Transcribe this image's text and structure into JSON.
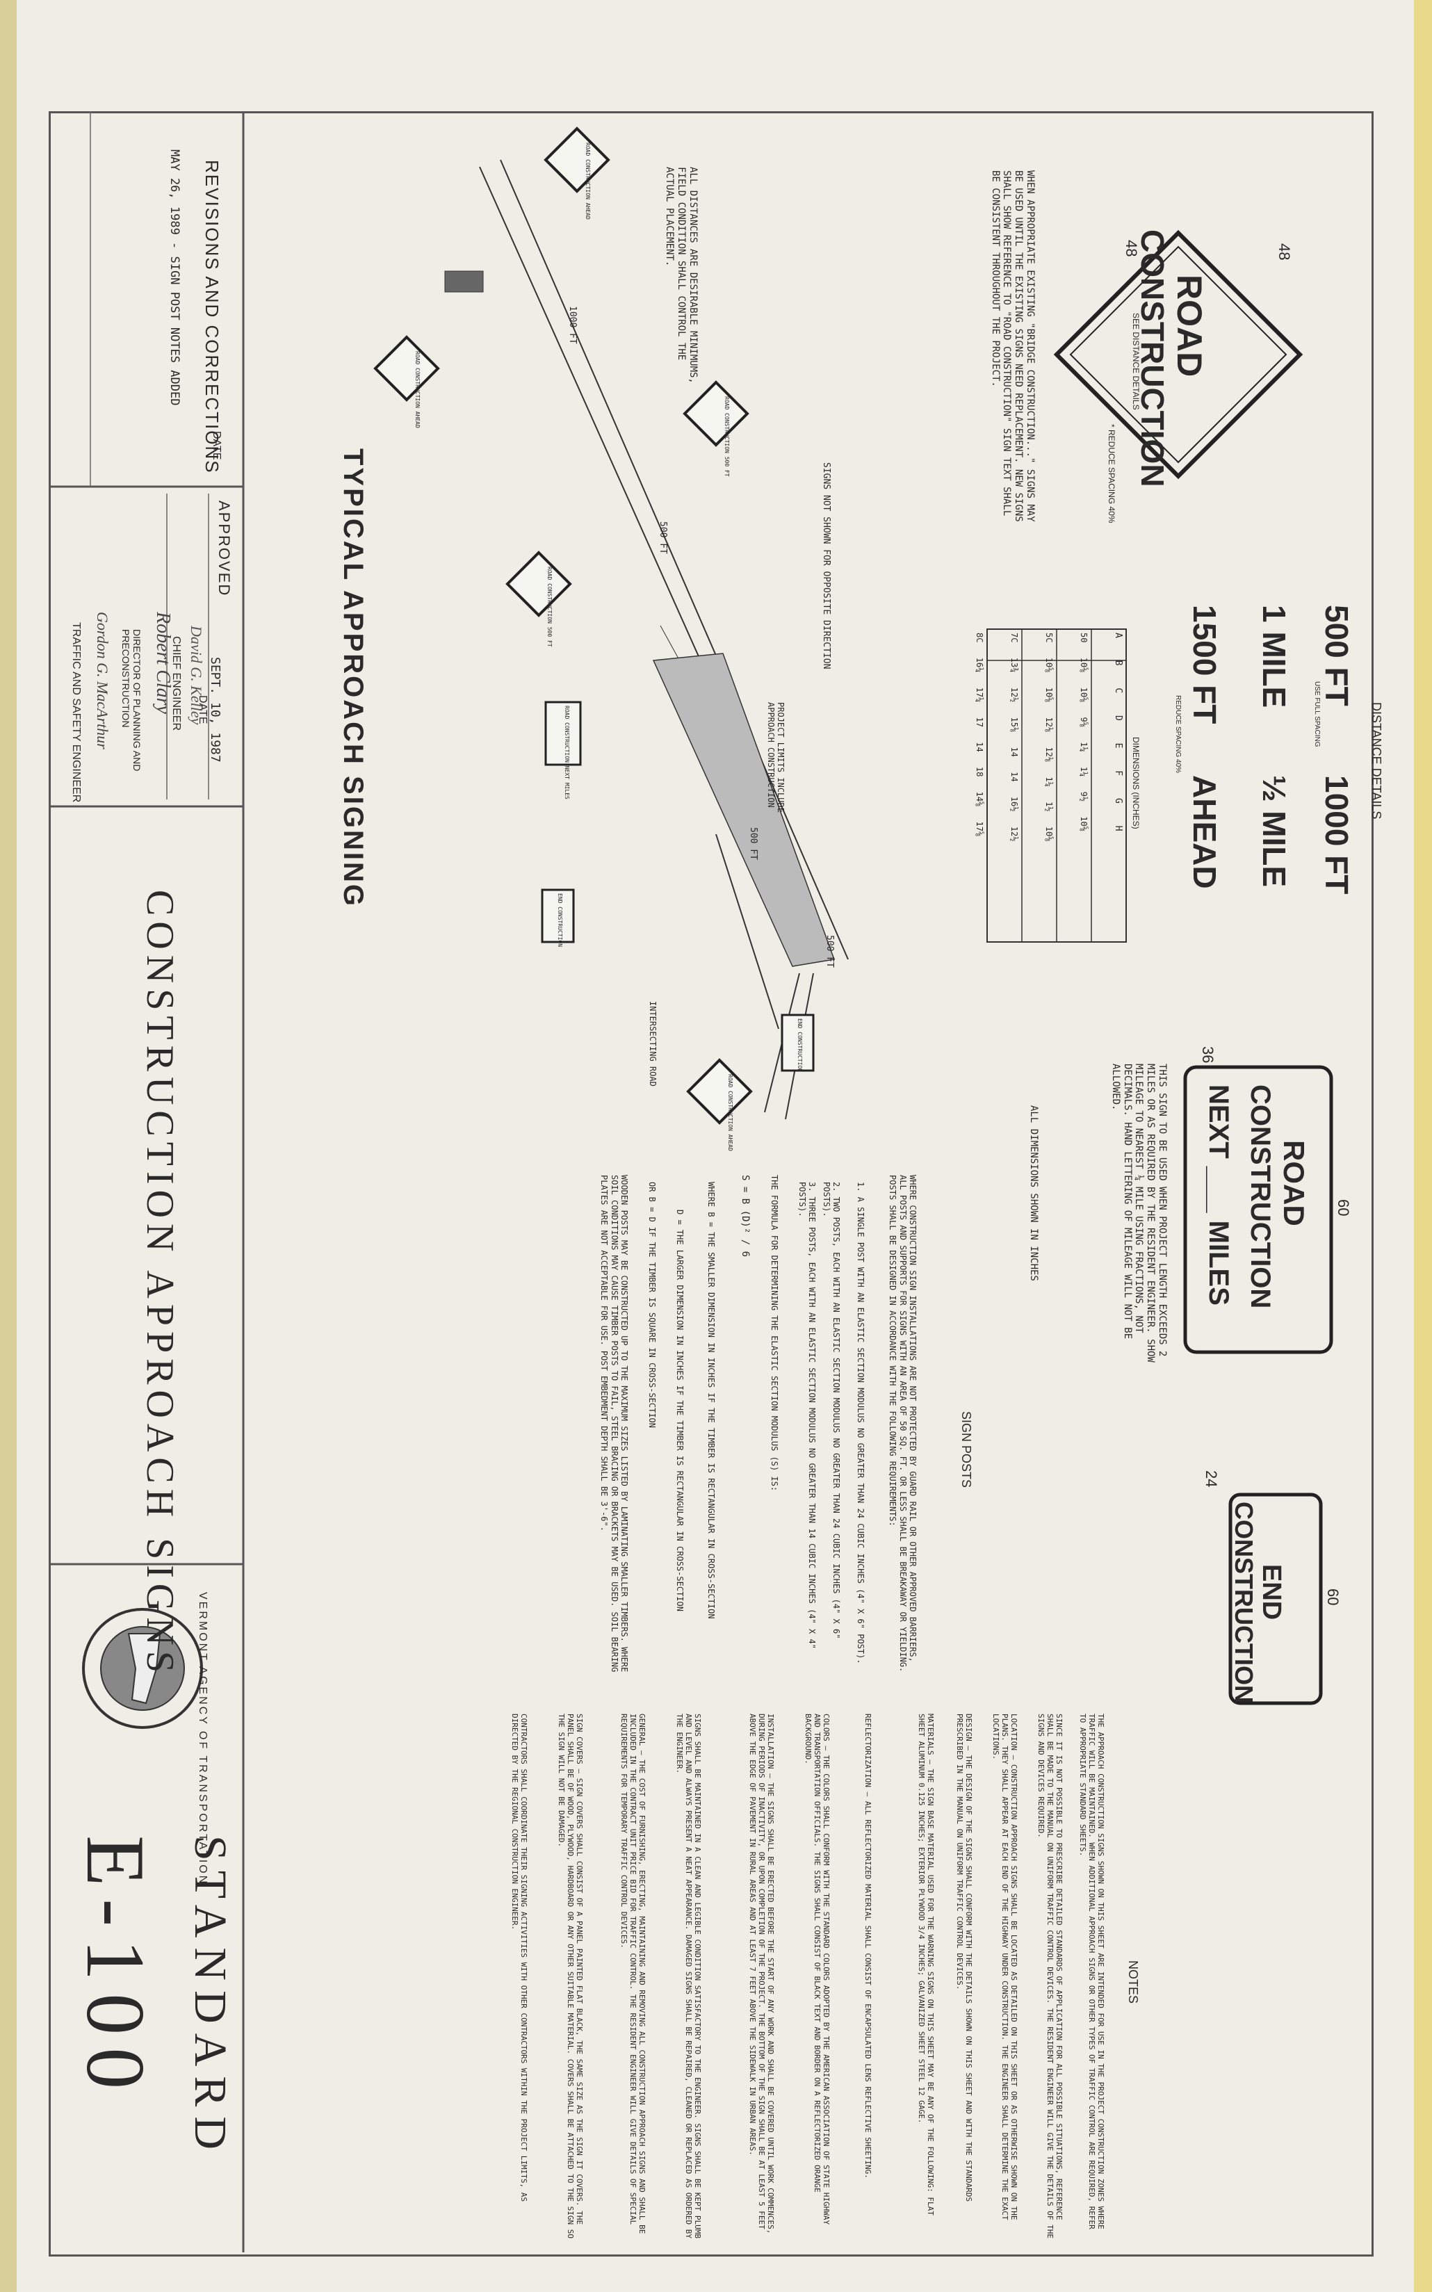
{
  "sheet": {
    "title": "CONSTRUCTION APPROACH SIGNS",
    "standard_label": "STANDARD",
    "standard_number": "E-100",
    "agency_name": "VERMONT AGENCY OF TRANSPORTATION"
  },
  "revisions": {
    "header": "REVISIONS AND CORRECTIONS",
    "date_header": "DATE",
    "entry": "MAY 26, 1989 - SIGN POST NOTES ADDED"
  },
  "approval": {
    "approved_label": "APPROVED",
    "date_value": "SEPT. 10, 1987",
    "date_label": "DATE",
    "roles": [
      "CHIEF ENGINEER",
      "DIRECTOR OF PLANNING AND PRECONSTRUCTION",
      "TRAFFIC AND SAFETY ENGINEER"
    ],
    "signatures": [
      "David G. Kelley",
      "Robert Clary",
      "Gordon G. MacArthur"
    ]
  },
  "road_sign": {
    "line1": "ROAD",
    "line2": "CONSTRUCTION",
    "width": "48",
    "height": "48",
    "see_distance": "SEE DISTANCE DETAILS",
    "reduce": "* REDUCE SPACING 40%",
    "note": "WHEN APPROPRIATE EXISTING \"BRIDGE CONSTRUCTION...\" SIGNS MAY BE USED UNTIL THE EXISTING SIGNS NEED REPLACEMENT. NEW SIGNS SHALL SHOW REFERENCE TO \"ROAD CONSTRUCTION\" SIGN TEXT SHALL BE CONSISTENT THROUGHOUT THE PROJECT."
  },
  "distance": {
    "title": "DISTANCE DETAILS",
    "row1": [
      "500 FT",
      "1000 FT"
    ],
    "row2": [
      "1 MILE",
      "½ MILE"
    ],
    "row3": [
      "1500 FT",
      "AHEAD"
    ],
    "use_full": "USE FULL SPACING",
    "reduce": "REDUCE SPACING 40%",
    "table_title": "DIMENSIONS (INCHES)",
    "table_head": [
      "A",
      "B",
      "C",
      "D",
      "E",
      "F",
      "G",
      "H"
    ],
    "table_rows": [
      [
        "50",
        "10⅝",
        "10⅝",
        "9⅝",
        "1¼",
        "1¼",
        "9½",
        "10⅝"
      ],
      [
        "5C",
        "10⅝",
        "10⅝",
        "12⅛",
        "12⅛",
        "1¼",
        "1½",
        "10⅝"
      ],
      [
        "7C",
        "13¾",
        "12½",
        "15⅛",
        "14",
        "14",
        "16½",
        "12½"
      ],
      [
        "8C",
        "16¼",
        "17¼",
        "17",
        "14",
        "18",
        "14⅝",
        "17⅝"
      ]
    ]
  },
  "approach": {
    "title": "TYPICAL APPROACH SIGNING",
    "opposite": "SIGNS NOT SHOWN FOR OPPOSITE DIRECTION",
    "limits": "PROJECT LIMITS INCLUDE APPROACH CONSTRUCTION",
    "desirable": "ALL DISTANCES ARE DESIRABLE MINIMUMS, FIELD CONDITION SHALL CONTROL THE ACTUAL PLACEMENT.",
    "intersecting": "INTERSECTING ROAD",
    "d1000": "1000 FT",
    "d500a": "500 FT",
    "d500b": "500 FT",
    "d500c": "500 FT",
    "sign_rc": "ROAD CONSTRUCTION AHEAD",
    "sign_500": "ROAD CONSTRUCTION 500 FT",
    "sign_next": "ROAD CONSTRUCTION NEXT MILES",
    "sign_end": "END CONSTRUCTION"
  },
  "next_sign": {
    "line1": "ROAD",
    "line2": "CONSTRUCTION",
    "line3": "NEXT ___ MILES",
    "width": "60",
    "height": "36",
    "note": "THIS SIGN TO BE USED WHEN PROJECT LENGTH EXCEEDS 2 MILES OR AS REQUIRED BY THE RESIDENT ENGINEER. SHOW MILEAGE TO NEAREST ¼ MILE USING FRACTIONS, NOT DECIMALS. HAND LETTERING OF MILEAGE WILL NOT BE ALLOWED.",
    "inches": "ALL DIMENSIONS SHOWN IN INCHES"
  },
  "end_sign": {
    "line1": "END",
    "line2": "CONSTRUCTION",
    "width": "60",
    "height": "24"
  },
  "sign_posts": {
    "title": "SIGN POSTS",
    "intro": "WHERE CONSTRUCTION SIGN INSTALLATIONS ARE NOT PROTECTED BY GUARD RAIL OR OTHER APPROVED BARRIERS, ALL POSTS AND SUPPORTS FOR SIGNS WITH AN AREA OF 50 SQ. FT. OR LESS SHALL BE BREAKAWAY OR YIELDING. POSTS SHALL BE DESIGNED IN ACCORDANCE WITH THE FOLLOWING REQUIREMENTS:",
    "items": [
      "1. A SINGLE POST WITH AN ELASTIC SECTION MODULUS NO GREATER THAN 24 CUBIC INCHES (4\" X 6\" POST).",
      "2. TWO POSTS, EACH WITH AN ELASTIC SECTION MODULUS NO GREATER THAN 24 CUBIC INCHES (4\" X 6\" POSTS).",
      "3. THREE POSTS, EACH WITH AN ELASTIC SECTION MODULUS NO GREATER THAN 14 CUBIC INCHES (4\" X 4\" POSTS)."
    ],
    "formula_intro": "THE FORMULA FOR DETERMINING THE ELASTIC SECTION MODULUS (S) IS:",
    "formula": "S = B (D)² / 6",
    "where": "WHERE B = THE SMALLER DIMENSION IN INCHES IF THE TIMBER IS RECTANGULAR IN CROSS-SECTION",
    "where2": "D = THE LARGER DIMENSION IN INCHES IF THE TIMBER IS RECTANGULAR IN CROSS-SECTION",
    "where3": "OR B = D IF THE TIMBER IS SQUARE IN CROSS-SECTION",
    "wood": "WOODEN POSTS MAY BE CONSTRUCTED UP TO THE MAXIMUM SIZES LISTED BY LAMINATING SMALLER TIMBERS. WHERE SOIL CONDITIONS MAY CAUSE TIMBER POSTS TO FAIL, STEEL BRACING OR BRACKETS MAY BE USED. SOIL BEARING PLATES ARE NOT ACCEPTABLE FOR USE. POST EMBEDMENT DEPTH SHALL BE 3'-6\"."
  },
  "notes": {
    "title": "NOTES",
    "p1": "THE APPROACH CONSTRUCTION SIGNS SHOWN ON THIS SHEET ARE INTENDED FOR USE IN THE PROJECT CONSTRUCTION ZONES WHERE TRAFFIC WILL BE MAINTAINED. WHEN ADDITIONAL APPROACH SIGNS OR OTHER TYPES OF TRAFFIC CONTROL ARE REQUIRED, REFER TO APPROPRIATE STANDARD SHEETS.",
    "p2": "SINCE IT IS NOT POSSIBLE TO PRESCRIBE DETAILED STANDARDS OF APPLICATION FOR ALL POSSIBLE SITUATIONS, REFERENCE SHALL BE MADE TO THE MANUAL ON UNIFORM TRAFFIC CONTROL DEVICES. THE RESIDENT ENGINEER WILL GIVE THE DETAILS OF THE SIGNS AND DEVICES REQUIRED.",
    "p3": "LOCATION — CONSTRUCTION APPROACH SIGNS SHALL BE LOCATED AS DETAILED ON THIS SHEET OR AS OTHERWISE SHOWN ON THE PLANS. THEY SHALL APPEAR AT EACH END OF THE HIGHWAY UNDER CONSTRUCTION. THE ENGINEER SHALL DETERMINE THE EXACT LOCATIONS.",
    "p4": "DESIGN — THE DESIGN OF THE SIGNS SHALL CONFORM WITH THE DETAILS SHOWN ON THIS SHEET AND WITH THE STANDARDS PRESCRIBED IN THE MANUAL ON UNIFORM TRAFFIC CONTROL DEVICES.",
    "p5": "MATERIALS — THE SIGN BASE MATERIAL USED FOR THE WARNING SIGNS ON THIS SHEET MAY BE ANY OF THE FOLLOWING: FLAT SHEET ALUMINUM 0.125 INCHES; EXTERIOR PLYWOOD 3/4 INCHES; GALVANIZED SHEET STEEL 12 GAGE.",
    "p6": "REFLECTORIZATION — ALL REFLECTORIZED MATERIAL SHALL CONSIST OF ENCAPSULATED LENS REFLECTIVE SHEETING.",
    "p7": "COLORS — THE COLORS SHALL CONFORM WITH THE STANDARD COLORS ADOPTED BY THE AMERICAN ASSOCIATION OF STATE HIGHWAY AND TRANSPORTATION OFFICIALS. THE SIGNS SHALL CONSIST OF BLACK TEXT AND BORDER ON A REFLECTORIZED ORANGE BACKGROUND.",
    "p8": "INSTALLATION — THE SIGNS SHALL BE ERECTED BEFORE THE START OF ANY WORK AND SHALL BE COVERED UNTIL WORK COMMENCES, DURING PERIODS OF INACTIVITY, OR UPON COMPLETION OF THE PROJECT. THE BOTTOM OF THE SIGN SHALL BE AT LEAST 5 FEET ABOVE THE EDGE OF PAVEMENT IN RURAL AREAS AND AT LEAST 7 FEET ABOVE THE SIDEWALK IN URBAN AREAS.",
    "p9": "SIGNS SHALL BE MAINTAINED IN A CLEAN AND LEGIBLE CONDITION SATISFACTORY TO THE ENGINEER. SIGNS SHALL BE KEPT PLUMB AND LEVEL AND ALWAYS PRESENT A NEAT APPEARANCE. DAMAGED SIGNS SHALL BE REPAIRED, CLEANED OR REPLACED AS ORDERED BY THE ENGINEER.",
    "p10": "GENERAL — THE COST OF FURNISHING, ERECTING, MAINTAINING AND REMOVING ALL CONSTRUCTION APPROACH SIGNS AND SHALL BE INCLUDED IN THE CONTRACT UNIT PRICE BID FOR TRAFFIC CONTROL. THE RESIDENT ENGINEER WILL GIVE DETAILS OF SPECIAL REQUIREMENTS FOR TEMPORARY TRAFFIC CONTROL DEVICES.",
    "p11": "SIGN COVERS — SIGN COVERS SHALL CONSIST OF A PANEL PAINTED FLAT BLACK, THE SAME SIZE AS THE SIGN IT COVERS. THE PANEL SHALL BE OF WOOD, PLYWOOD, HARDBOARD OR ANY OTHER SUITABLE MATERIAL. COVERS SHALL BE ATTACHED TO THE SIGN SO THE SIGN WILL NOT BE DAMAGED.",
    "p12": "CONTRACTORS SHALL COORDINATE THEIR SIGNING ACTIVITIES WITH OTHER CONTRACTORS WITHIN THE PROJECT LIMITS, AS DIRECTED BY THE REGIONAL CONSTRUCTION ENGINEER."
  }
}
